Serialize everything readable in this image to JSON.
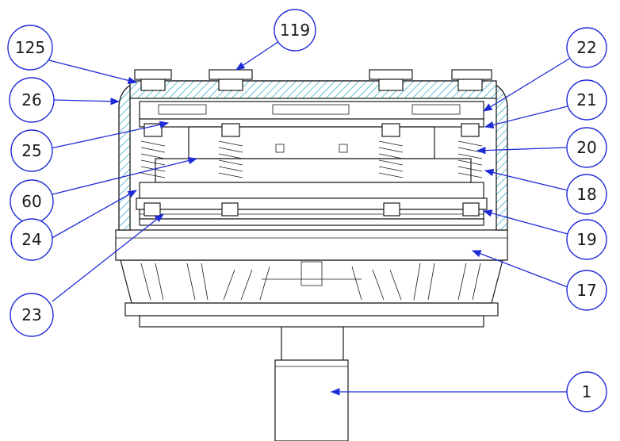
{
  "callouts": [
    {
      "label": "125"
    },
    {
      "label": "119"
    },
    {
      "label": "22"
    },
    {
      "label": "26"
    },
    {
      "label": "21"
    },
    {
      "label": "25"
    },
    {
      "label": "20"
    },
    {
      "label": "60"
    },
    {
      "label": "18"
    },
    {
      "label": "24"
    },
    {
      "label": "19"
    },
    {
      "label": "17"
    },
    {
      "label": "23"
    },
    {
      "label": "1"
    }
  ],
  "colors": {
    "callout_stroke": "#1f2bd6",
    "hatch_stroke": "#2aa6c4",
    "line": "#1a1a1a"
  }
}
